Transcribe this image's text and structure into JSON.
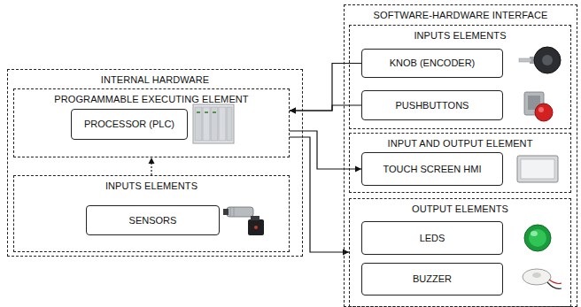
{
  "diagram": {
    "nodes": [
      {
        "text": [
          "INTERNAL HARDWARE"
        ]
      },
      {
        "text": [
          "PROGRAMMABLE EXECUTING ELEMENT"
        ],
        "in": 0
      },
      {
        "text": [
          "PROCESSOR (PLC)"
        ],
        "in": 1
      },
      {
        "text": [
          "INPUTS ELEMENTS"
        ],
        "in": 0
      },
      {
        "text": [
          "SENSORS"
        ],
        "in": 3
      },
      {
        "text": [
          "SOFTWARE-HARDWARE INTERFACE"
        ]
      },
      {
        "text": [
          "INPUTS ELEMENTS"
        ],
        "in": 5
      },
      {
        "text": [
          "KNOB (ENCODER)"
        ],
        "in": 6
      },
      {
        "text": [
          "PUSHBUTTONS"
        ],
        "in": 6
      },
      {
        "text": [
          "INPUT AND OUTPUT ELEMENT"
        ],
        "in": 5
      },
      {
        "text": [
          "TOUCH SCREEN HMI"
        ],
        "in": 9
      },
      {
        "text": [
          "OUTPUT ELEMENTS"
        ],
        "in": 5
      },
      {
        "text": [
          "LEDS"
        ],
        "in": 11
      },
      {
        "text": [
          "BUZZER"
        ],
        "in": 11
      }
    ],
    "edges": [
      {
        "from": 7,
        "to": 1,
        "arrow": "to"
      },
      {
        "from": 8,
        "to": 1,
        "arrow": "to"
      },
      {
        "from": 1,
        "to": 10,
        "arrow": "to"
      },
      {
        "from": 1,
        "to": 11,
        "arrow": "to"
      },
      {
        "from": 3,
        "to": 1,
        "arrow": "to"
      }
    ]
  }
}
